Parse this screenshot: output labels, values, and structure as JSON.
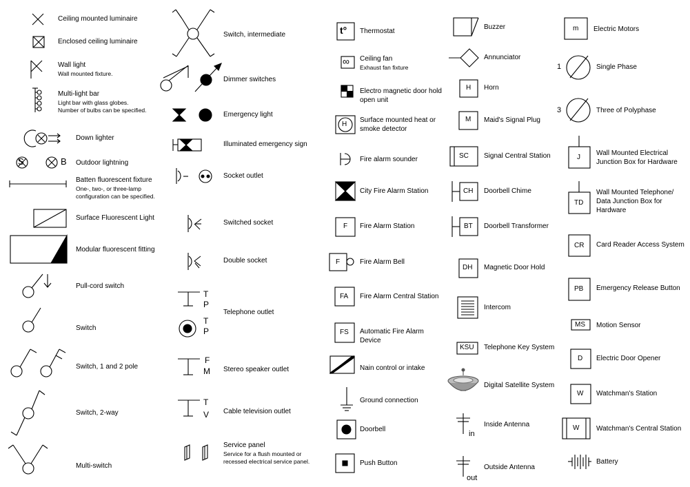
{
  "entries": {
    "ceiling_luminaire": {
      "label": "Ceiling mounted luminaire"
    },
    "enclosed_ceiling_luminaire": {
      "label": "Enclosed ceiling luminaire"
    },
    "wall_light": {
      "label": "Wall light",
      "sub": "Wall mounted fixture."
    },
    "multi_light_bar": {
      "label": "Multi-light bar",
      "sub1": "Light bar with glass globes.",
      "sub2": "Number of bulbs can be specified."
    },
    "down_lighter": {
      "label": "Down lighter"
    },
    "outdoor_lighting": {
      "label": "Outdoor lightning",
      "glyph_s": "S",
      "glyph_b": "B"
    },
    "batten_fluorescent": {
      "label": "Batten fluorescent fixture",
      "sub1": "One-, two-, or three-lamp",
      "sub2": "configuration can be specified."
    },
    "surface_fluorescent": {
      "label": "Surface Fluorescent Light"
    },
    "modular_fluorescent": {
      "label": "Modular fluorescent fitting"
    },
    "pull_cord_switch": {
      "label": "Pull-cord switch"
    },
    "switch": {
      "label": "Switch"
    },
    "switch_1_2_pole": {
      "label": "Switch, 1 and 2 pole"
    },
    "switch_2_way": {
      "label": "Switch, 2-way"
    },
    "multi_switch": {
      "label": "Multi-switch"
    },
    "switch_intermediate": {
      "label": "Switch, intermediate"
    },
    "dimmer_switches": {
      "label": "Dimmer switches"
    },
    "emergency_light": {
      "label": "Emergency light"
    },
    "illuminated_emergency_sign": {
      "label": "Illuminated emergency sign"
    },
    "socket_outlet": {
      "label": "Socket outlet"
    },
    "switched_socket": {
      "label": "Switched socket"
    },
    "double_socket": {
      "label": "Double socket"
    },
    "telephone_outlet": {
      "label": "Telephone outlet",
      "glyph_t": "T",
      "glyph_p": "P"
    },
    "stereo_speaker_outlet": {
      "label": "Stereo speaker outlet",
      "glyph_f": "F",
      "glyph_m": "M"
    },
    "cable_tv_outlet": {
      "label": "Cable television outlet",
      "glyph_t": "T",
      "glyph_v": "V"
    },
    "service_panel": {
      "label": "Service panel",
      "sub1": "Service for a flush mounted or",
      "sub2": "recessed electrical service panel."
    },
    "thermostat": {
      "label": "Thermostat",
      "glyph": "t°"
    },
    "ceiling_fan": {
      "label": "Ceiling fan",
      "sub": "Exhaust fan fixture",
      "glyph": "∞"
    },
    "em_door_hold": {
      "label": "Electro magnetic door hold",
      "label2": "open unit"
    },
    "surface_heat_detector": {
      "label": "Surface mounted heat or",
      "label2": "smoke detector",
      "glyph": "H"
    },
    "fire_alarm_sounder": {
      "label": "Fire alarm sounder"
    },
    "city_fire_alarm_station": {
      "label": "City Fire Alarm Station"
    },
    "fire_alarm_station": {
      "label": "Fire Alarm Station",
      "glyph": "F"
    },
    "fire_alarm_bell": {
      "label": "Fire Alarm Bell",
      "glyph": "F"
    },
    "fire_alarm_central": {
      "label": "Fire Alarm Central Station",
      "glyph": "FA"
    },
    "auto_fire_alarm_device": {
      "label": "Automatic Fire Alarm",
      "label2": "Device",
      "glyph": "FS"
    },
    "main_control_intake": {
      "label": "Nain control or intake"
    },
    "ground_connection": {
      "label": "Ground connection"
    },
    "doorbell": {
      "label": "Doorbell"
    },
    "push_button": {
      "label": "Push Button"
    },
    "buzzer": {
      "label": "Buzzer"
    },
    "annunciator": {
      "label": "Annunciator"
    },
    "horn": {
      "label": "Horn",
      "glyph": "H"
    },
    "maids_signal_plug": {
      "label": "Maid's Signal Plug",
      "glyph": "M"
    },
    "signal_central_station": {
      "label": "Signal Central Station",
      "glyph": "SC"
    },
    "doorbell_chime": {
      "label": "Doorbell Chime",
      "glyph": "CH"
    },
    "doorbell_transformer": {
      "label": "Doorbell Transformer",
      "glyph": "BT"
    },
    "magnetic_door_hold": {
      "label": "Magnetic Door Hold",
      "glyph": "DH"
    },
    "intercom": {
      "label": "Intercom"
    },
    "telephone_key_system": {
      "label": "Telephone Key System",
      "glyph": "KSU"
    },
    "digital_satellite_system": {
      "label": "Digital Satellite System"
    },
    "inside_antenna": {
      "label": "Inside Antenna",
      "glyph": "in"
    },
    "outside_antenna": {
      "label": "Outside Antenna",
      "glyph": "out"
    },
    "electric_motors": {
      "label": "Electric Motors",
      "glyph": "m"
    },
    "single_phase": {
      "label": "Single Phase",
      "glyph": "1"
    },
    "three_polyphase": {
      "label": "Three of Polyphase",
      "glyph": "3"
    },
    "wall_junction_box": {
      "label": "Wall Mounted Electrical",
      "label2": "Junction Box for Hardware",
      "glyph": "J"
    },
    "wall_tel_data_box": {
      "label": "Wall Mounted Telephone/",
      "label2": "Data Junction Box for",
      "label3": "Hardware",
      "glyph": "TD"
    },
    "card_reader": {
      "label": "Card Reader Access System",
      "glyph": "CR"
    },
    "emergency_release": {
      "label": "Emergency Release Button",
      "glyph": "PB"
    },
    "motion_sensor": {
      "label": "Motion Sensor",
      "glyph": "MS"
    },
    "electric_door_opener": {
      "label": "Electric Door Opener",
      "glyph": "D"
    },
    "watchmans_station": {
      "label": "Watchman's Station",
      "glyph": "W"
    },
    "watchmans_central": {
      "label": "Watchman's Central Station",
      "glyph": "W"
    },
    "battery": {
      "label": "Battery"
    }
  }
}
